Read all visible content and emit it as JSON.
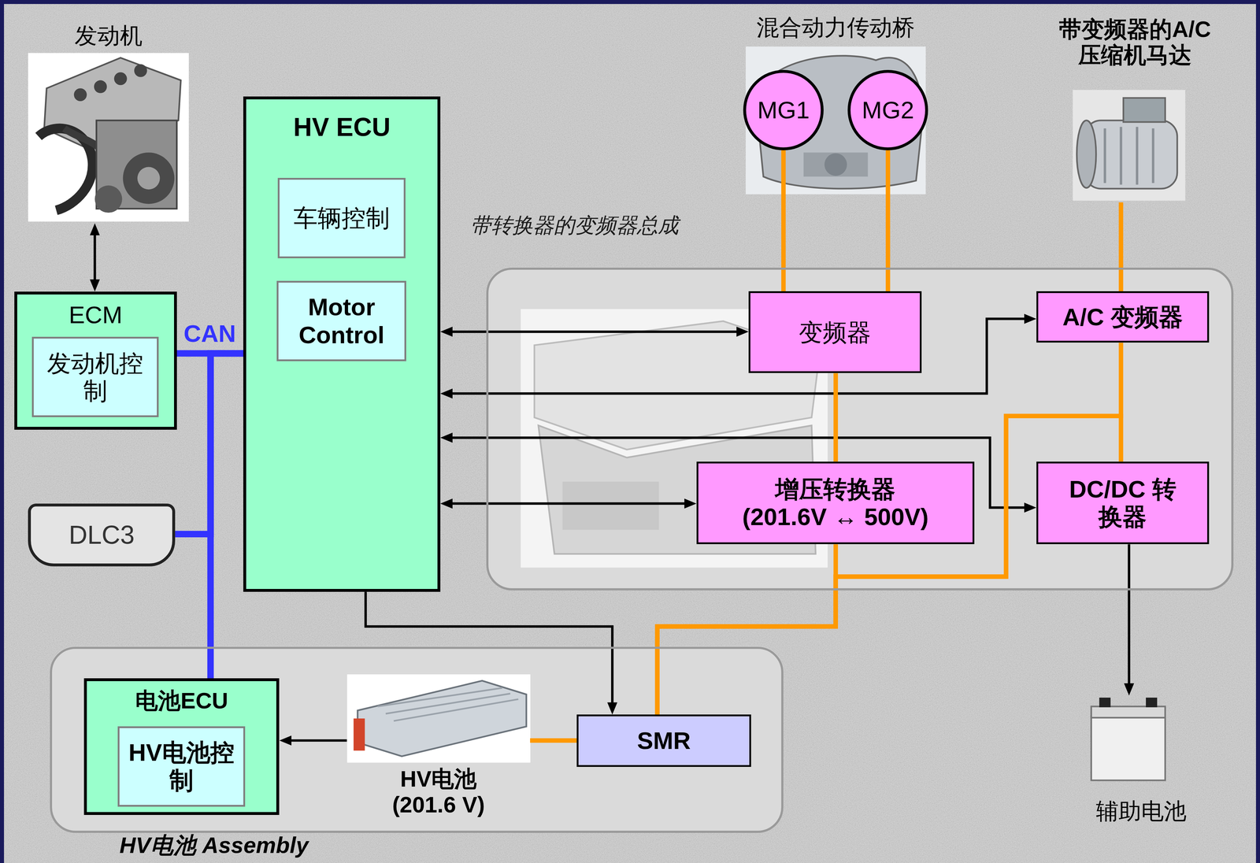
{
  "diagram": {
    "nodes": [
      {
        "text": [
          "发动机"
        ]
      },
      {
        "text": [
          "混合动力传动桥"
        ]
      },
      {
        "text": [
          "MG1"
        ],
        "in": 1
      },
      {
        "text": [
          "MG2"
        ],
        "in": 1
      },
      {
        "text": [
          "带变频器的A/C 压缩机马达"
        ]
      },
      {
        "text": [
          "HV ECU"
        ]
      },
      {
        "text": [
          "车辆控制"
        ],
        "in": 5
      },
      {
        "text": [
          "Motor Control"
        ],
        "in": 5
      },
      {
        "text": [
          "带转换器的变频器总成"
        ]
      },
      {
        "text": [
          "变频器"
        ],
        "in": 8
      },
      {
        "text": [
          "A/C 变频器"
        ],
        "in": 8
      },
      {
        "text": [
          "增压转换器 (201.6V ↔ 500V)"
        ],
        "in": 8
      },
      {
        "text": [
          "DC/DC 转换器"
        ],
        "in": 8
      },
      {
        "text": [
          "ECM"
        ]
      },
      {
        "text": [
          "发动机控制"
        ],
        "in": 13
      },
      {
        "text": [
          "DLC3"
        ]
      },
      {
        "text": [
          "HV电池 Assembly"
        ]
      },
      {
        "text": [
          "电池ECU"
        ],
        "in": 16
      },
      {
        "text": [
          "HV电池控制"
        ],
        "in": 17
      },
      {
        "text": [
          "HV电池 (201.6 V)"
        ],
        "in": 16
      },
      {
        "text": [
          "SMR"
        ],
        "in": 16
      },
      {
        "text": [
          "辅助电池"
        ]
      }
    ],
    "edges": [
      {
        "from": 0,
        "to": 13,
        "arrow": "both"
      },
      {
        "from": 13,
        "to": 5,
        "label": "CAN",
        "arrow": "none"
      },
      {
        "from": 15,
        "to": 5,
        "arrow": "none"
      },
      {
        "from": 17,
        "to": 5,
        "arrow": "none"
      },
      {
        "from": 5,
        "to": 9,
        "arrow": "both"
      },
      {
        "from": 5,
        "to": 10,
        "arrow": "both"
      },
      {
        "from": 5,
        "to": 12,
        "arrow": "both"
      },
      {
        "from": 5,
        "to": 11,
        "arrow": "both"
      },
      {
        "from": 5,
        "to": 20,
        "arrow": "to"
      },
      {
        "from": 2,
        "to": 9,
        "arrow": "none"
      },
      {
        "from": 3,
        "to": 9,
        "arrow": "none"
      },
      {
        "from": 4,
        "to": 10,
        "arrow": "none"
      },
      {
        "from": 9,
        "to": 11,
        "arrow": "none"
      },
      {
        "from": 20,
        "to": 11,
        "arrow": "none"
      },
      {
        "from": 20,
        "to": 10,
        "arrow": "none"
      },
      {
        "from": 20,
        "to": 12,
        "arrow": "none"
      },
      {
        "from": 19,
        "to": 20,
        "arrow": "none"
      },
      {
        "from": 19,
        "to": 17,
        "arrow": "to"
      },
      {
        "from": 12,
        "to": 21,
        "arrow": "to"
      }
    ]
  }
}
